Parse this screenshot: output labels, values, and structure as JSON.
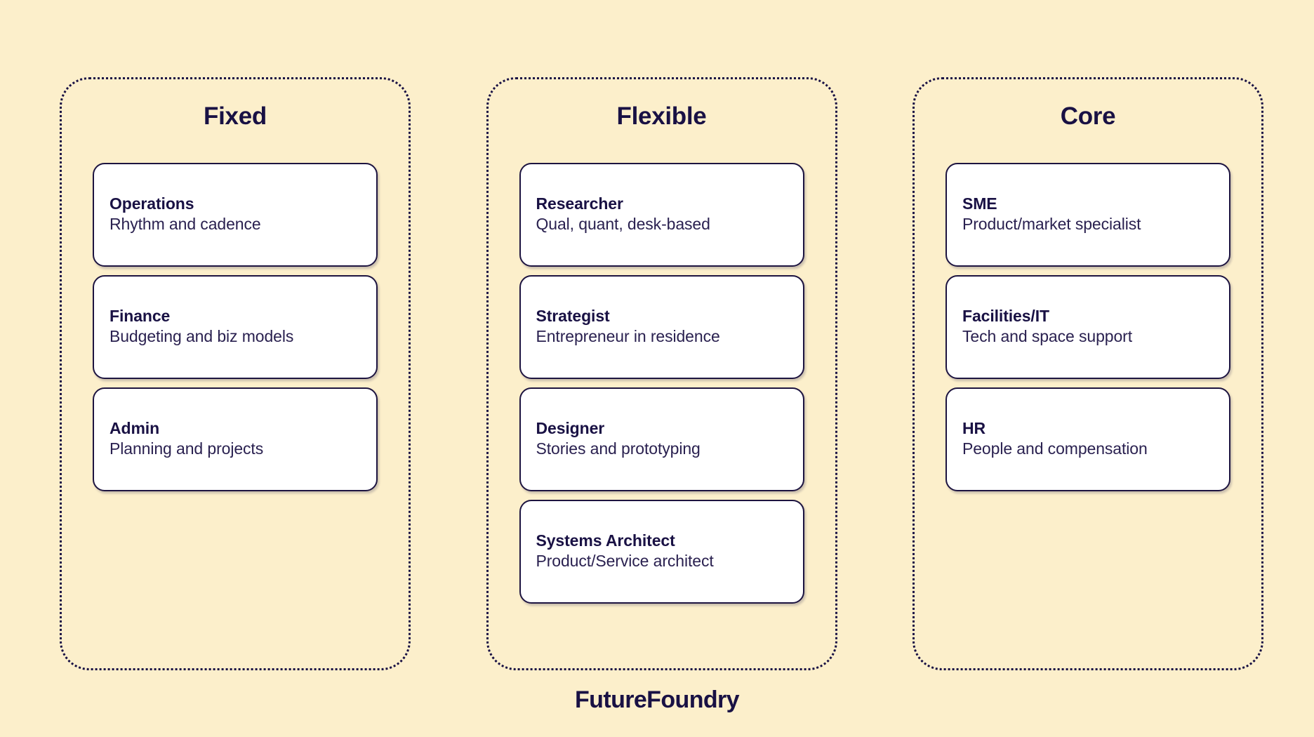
{
  "theme": {
    "background": "#fcefcb",
    "ink": "#191144",
    "card_background": "#ffffff",
    "card_border": "#1d1440"
  },
  "diagram": {
    "wordmark": "FutureFoundry",
    "columns": [
      {
        "title": "Fixed",
        "cards": [
          {
            "title": "Operations",
            "desc": "Rhythm and cadence"
          },
          {
            "title": "Finance",
            "desc": "Budgeting and biz models"
          },
          {
            "title": "Admin",
            "desc": "Planning and projects"
          }
        ]
      },
      {
        "title": "Flexible",
        "cards": [
          {
            "title": "Researcher",
            "desc": "Qual, quant, desk-based"
          },
          {
            "title": "Strategist",
            "desc": "Entrepreneur in residence"
          },
          {
            "title": "Designer",
            "desc": "Stories and prototyping"
          },
          {
            "title": "Systems Architect",
            "desc": "Product/Service architect"
          }
        ]
      },
      {
        "title": "Core",
        "cards": [
          {
            "title": "SME",
            "desc": "Product/market specialist"
          },
          {
            "title": "Facilities/IT",
            "desc": "Tech and space support"
          },
          {
            "title": "HR",
            "desc": "People and compensation"
          }
        ]
      }
    ]
  }
}
